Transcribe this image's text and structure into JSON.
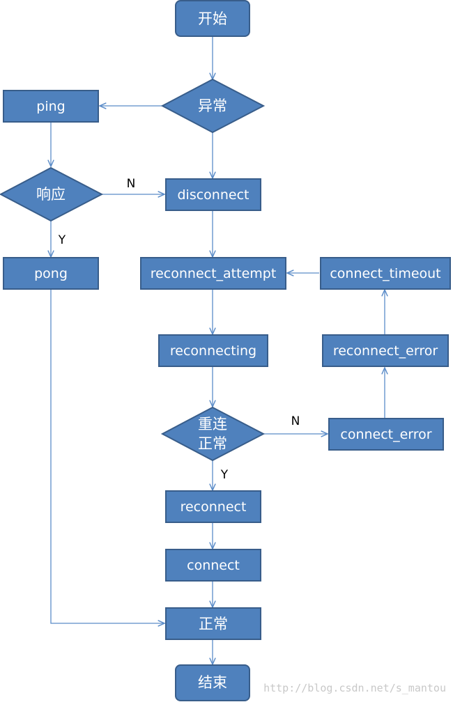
{
  "colors": {
    "node_fill": "#4f81bd",
    "node_stroke": "#385d8a",
    "edge": "#5b8cc8",
    "node_text": "#ffffff"
  },
  "nodes": {
    "start": "开始",
    "anomaly": "异常",
    "ping": "ping",
    "response": "响应",
    "disconnect": "disconnect",
    "pong": "pong",
    "reconnect_attempt": "reconnect_attempt",
    "connect_timeout": "connect_timeout",
    "reconnecting": "reconnecting",
    "reconnect_error": "reconnect_error",
    "reconnect_ok_line1": "重连",
    "reconnect_ok_line2": "正常",
    "connect_error": "connect_error",
    "reconnect": "reconnect",
    "connect": "connect",
    "normal": "正常",
    "end": "结束"
  },
  "edge_labels": {
    "response_no": "N",
    "response_yes": "Y",
    "reconnect_ok_no": "N",
    "reconnect_ok_yes": "Y"
  },
  "watermark": "http://blog.csdn.net/s_mantou"
}
